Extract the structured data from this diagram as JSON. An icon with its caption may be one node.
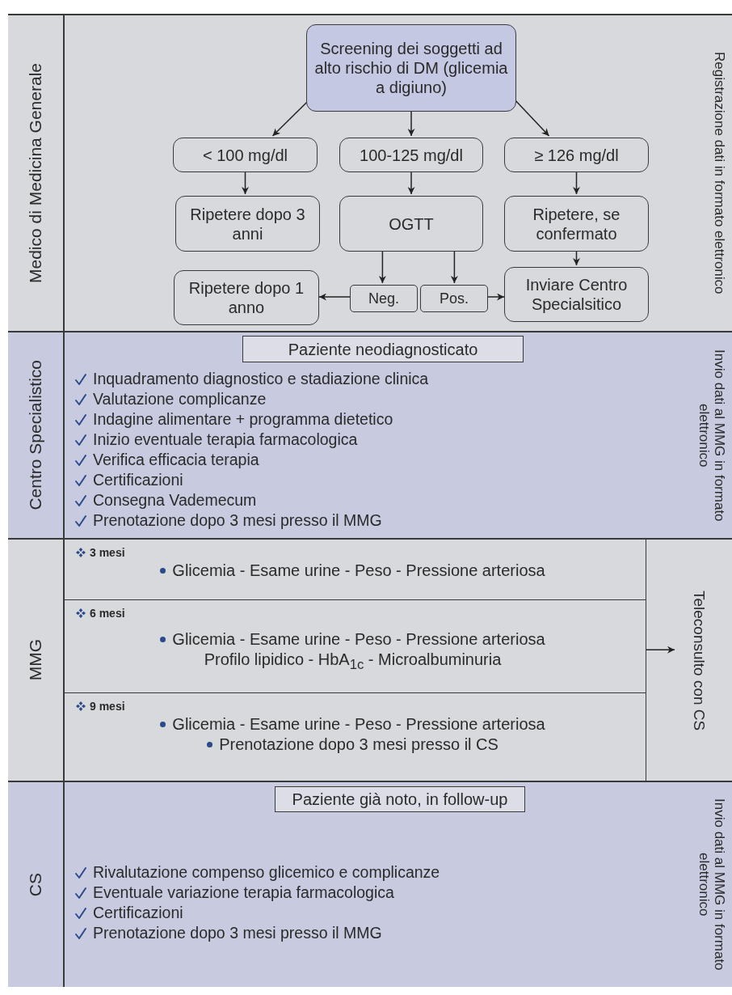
{
  "diagram": {
    "nodes": [
      {
        "text": [
          "Medico di Medicina Generale",
          "Registrazione dati in formato elettronico"
        ]
      },
      {
        "text": [
          "Screening dei soggetti ad alto rischio di DM (glicemia a digiuno)"
        ],
        "in": 0
      },
      {
        "text": [
          "< 100 mg/dl"
        ],
        "in": 0
      },
      {
        "text": [
          "100-125 mg/dl"
        ],
        "in": 0
      },
      {
        "text": [
          "≥ 126 mg/dl"
        ],
        "in": 0
      },
      {
        "text": [
          "Ripetere dopo 3 anni"
        ],
        "in": 0
      },
      {
        "text": [
          "OGTT"
        ],
        "in": 0
      },
      {
        "text": [
          "Ripetere, se confermato"
        ],
        "in": 0
      },
      {
        "text": [
          "Ripetere dopo 1 anno"
        ],
        "in": 0
      },
      {
        "text": [
          "Neg."
        ],
        "in": 0
      },
      {
        "text": [
          "Pos."
        ],
        "in": 0
      },
      {
        "text": [
          "Inviare Centro Specialsitico"
        ],
        "in": 0
      },
      {
        "text": [
          "Centro Specialistico",
          "Invio dati al MMG in formato elettronico",
          "Inquadramento diagnostico e stadiazione clinica",
          "Valutazione complicanze",
          "Indagine alimentare + programma dietetico",
          "Inizio eventuale terapia farmacologica",
          "Verifica efficacia terapia",
          "Certificazioni",
          "Consegna Vademecum",
          "Prenotazione dopo 3 mesi presso il MMG"
        ]
      },
      {
        "text": [
          "Paziente neodiagnosticato"
        ],
        "in": 12
      },
      {
        "text": [
          "MMG"
        ]
      },
      {
        "text": [
          "3 mesi",
          "Glicemia - Esame urine - Peso - Pressione arteriosa"
        ],
        "in": 14
      },
      {
        "text": [
          "6 mesi",
          "Glicemia - Esame urine - Peso - Pressione arteriosa",
          "Profilo lipidico - HbA$_{1c}$ - Microalbuminuria"
        ],
        "in": 14
      },
      {
        "text": [
          "9 mesi",
          "Glicemia - Esame urine - Peso - Pressione arteriosa",
          "Prenotazione dopo 3 mesi presso il CS"
        ],
        "in": 14
      },
      {
        "text": [
          "Teleconsulto con CS"
        ],
        "in": 14
      },
      {
        "text": [
          "CS",
          "Invio dati al MMG in formato elettronico",
          "Rivalutazione compenso glicemico e complicanze",
          "Eventuale variazione terapia farmacologica",
          "Certificazioni",
          "Prenotazione dopo 3 mesi presso il MMG"
        ]
      },
      {
        "text": [
          "Paziente già noto, in follow-up"
        ],
        "in": 19
      }
    ],
    "edges": [
      {
        "from": 1,
        "to": 2,
        "arrow": "to"
      },
      {
        "from": 1,
        "to": 3,
        "arrow": "to"
      },
      {
        "from": 1,
        "to": 4,
        "arrow": "to"
      },
      {
        "from": 2,
        "to": 5,
        "arrow": "to"
      },
      {
        "from": 3,
        "to": 6,
        "arrow": "to"
      },
      {
        "from": 4,
        "to": 7,
        "arrow": "to"
      },
      {
        "from": 6,
        "to": 9,
        "arrow": "to"
      },
      {
        "from": 6,
        "to": 10,
        "arrow": "to"
      },
      {
        "from": 7,
        "to": 11,
        "arrow": "to"
      },
      {
        "from": 9,
        "to": 8,
        "arrow": "to"
      },
      {
        "from": 10,
        "to": 11,
        "arrow": "to"
      },
      {
        "from": 16,
        "to": 18,
        "arrow": "to"
      }
    ]
  }
}
